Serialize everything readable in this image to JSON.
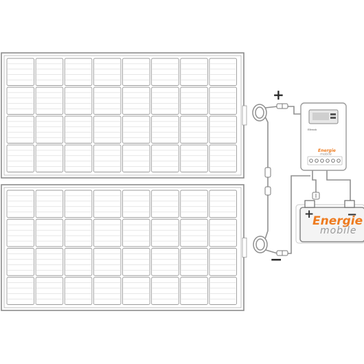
{
  "labels": {
    "positive": "+",
    "negative": "−"
  },
  "battery": {
    "positive_terminal": "+",
    "negative_terminal": "−",
    "brand_line1": "Energie",
    "brand_line2": "mobile"
  },
  "controller": {
    "brand_line1": "Energie",
    "brand_line2": "mobile",
    "model": "Elbrock"
  },
  "panels": {
    "count": 2,
    "rows": 4,
    "columns": 8
  },
  "colors": {
    "frame": "#8a8a8a",
    "cell_line": "#9b9b9b",
    "wire": "#8f8f8f",
    "brand_orange": "#ee7b1f",
    "battery_fill": "#f4f4f4",
    "terminal_red": "#e03a2f",
    "terminal_black": "#333333",
    "controller_screen": "#e8e8e8"
  }
}
